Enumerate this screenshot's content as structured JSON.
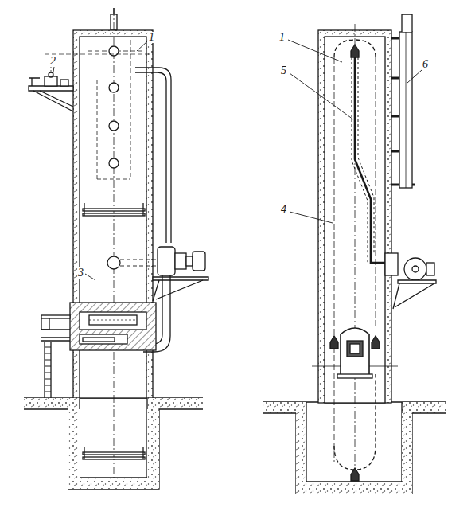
{
  "diagram": {
    "labels": [
      "1",
      "2",
      "3",
      "1",
      "5",
      "4",
      "6"
    ]
  }
}
